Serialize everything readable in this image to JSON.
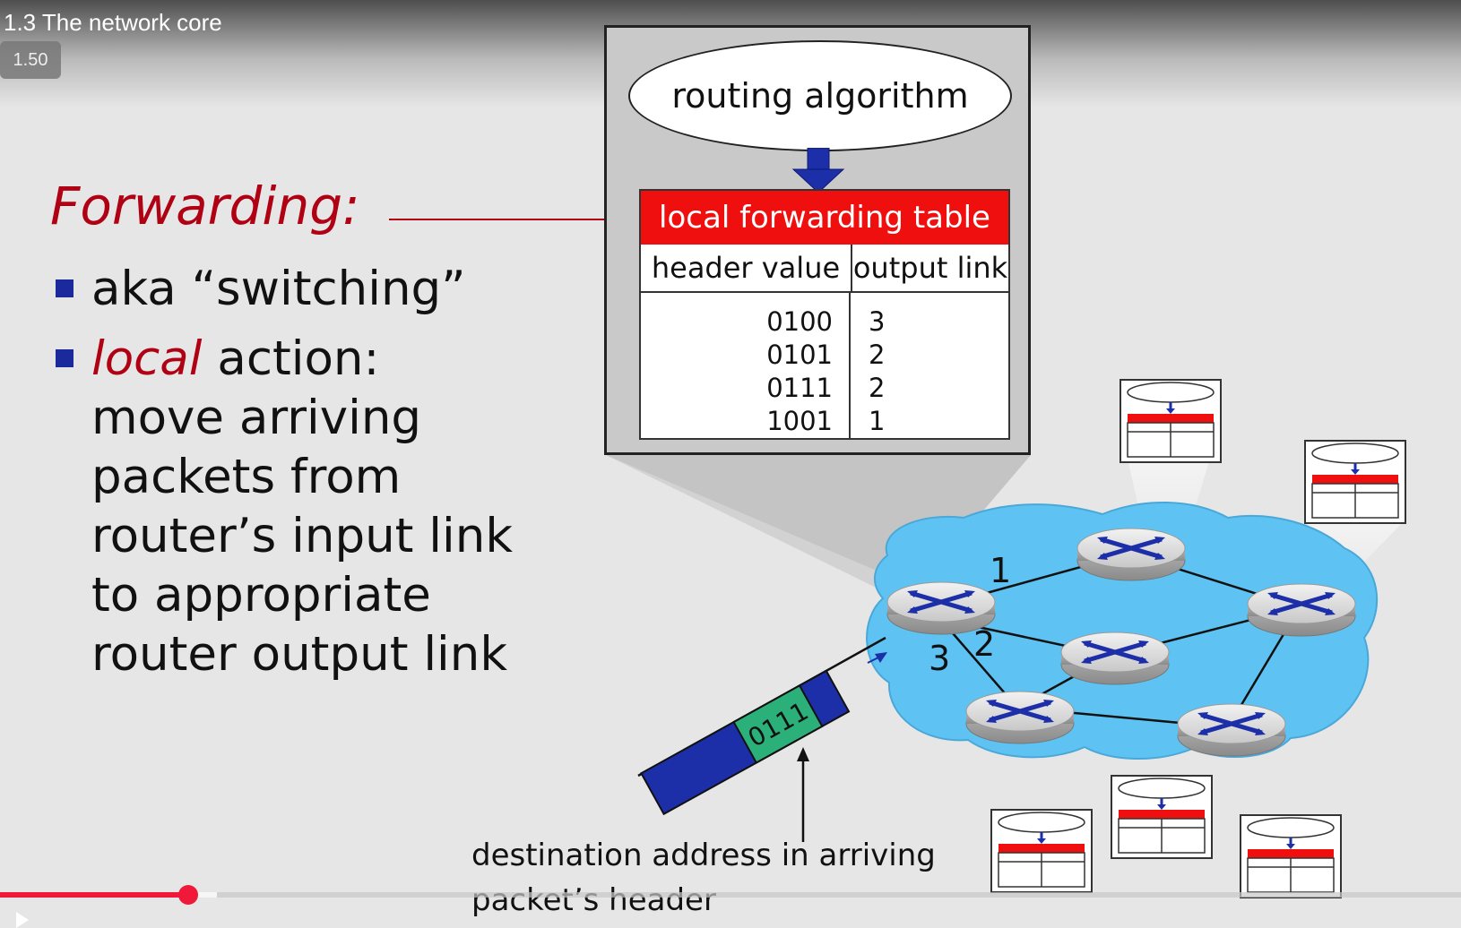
{
  "player": {
    "title": "1.3 The network core",
    "speed": "1.50",
    "progress_fraction": 0.129
  },
  "slide": {
    "heading": "Forwarding:",
    "bullets": [
      {
        "text": "aka “switching”"
      },
      {
        "emphasis": "local",
        "text": " action:",
        "continuation": [
          "move arriving",
          "packets from",
          "router’s input link",
          "to appropriate",
          "router output link"
        ]
      }
    ],
    "routing_label": "routing algorithm",
    "table": {
      "title": "local forwarding table",
      "headers": [
        "header value",
        "output link"
      ],
      "rows": [
        {
          "header": "0100",
          "link": "3"
        },
        {
          "header": "0101",
          "link": "2"
        },
        {
          "header": "0111",
          "link": "2"
        },
        {
          "header": "1001",
          "link": "1"
        }
      ]
    },
    "link_labels": [
      "1",
      "2",
      "3"
    ],
    "packet_header": "0111",
    "destination_label": [
      "destination address in arriving",
      "packet’s header"
    ]
  },
  "colors": {
    "accent_red": "#b00014",
    "table_red": "#ef0f0f",
    "bullet_blue": "#1a2a9c",
    "cloud_blue": "#5ec3f2",
    "packet_green": "#2cb07a",
    "progress_red": "#f0193a"
  }
}
